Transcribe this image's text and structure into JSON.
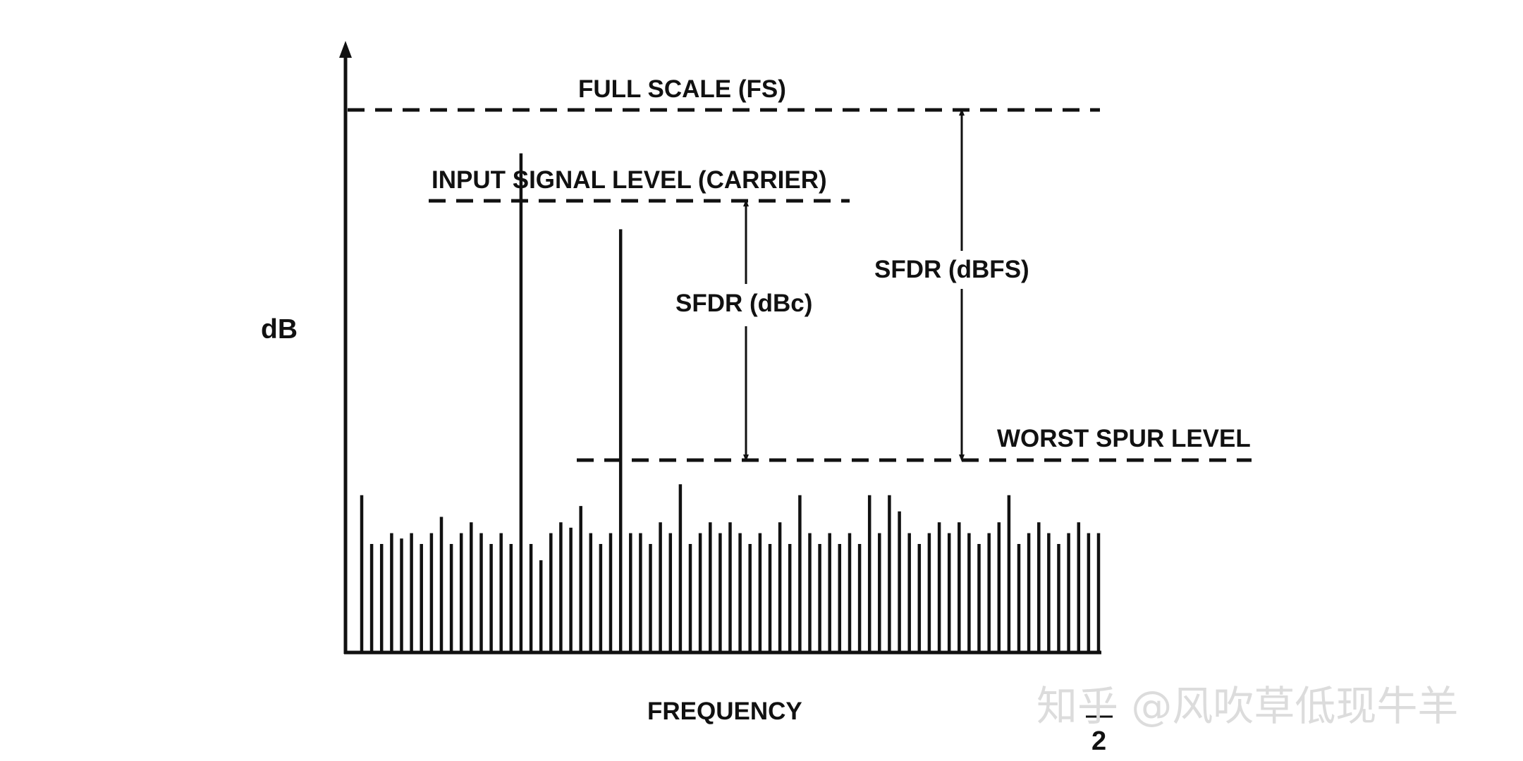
{
  "title": "",
  "labels": {
    "full_scale": "FULL SCALE (FS)",
    "input_signal": "INPUT SIGNAL LEVEL (CARRIER)",
    "sfdr_dbc": "SFDR (dBc)",
    "sfdr_dbfs": "SFDR (dBFS)",
    "worst_spur": "WORST SPUR LEVEL",
    "y_axis": "dB",
    "x_axis": "FREQUENCY",
    "fs_half_denominator": "2"
  },
  "watermark": "知乎 @风吹草低现牛羊",
  "colors": {
    "ink": "#111111",
    "background": "#ffffff",
    "watermark": "#dcdcdc"
  },
  "spectrum": {
    "noise_levels": [
      0.29,
      0.2,
      0.2,
      0.22,
      0.21,
      0.22,
      0.2,
      0.22,
      0.25,
      0.2,
      0.22,
      0.24,
      0.22,
      0.2,
      0.22,
      0.2,
      0.92,
      0.2,
      0.17,
      0.22,
      0.24,
      0.23,
      0.27,
      0.22,
      0.2,
      0.22,
      0.78,
      0.22,
      0.22,
      0.2,
      0.24,
      0.22,
      0.31,
      0.2,
      0.22,
      0.24,
      0.22,
      0.24,
      0.22,
      0.2,
      0.22,
      0.2,
      0.24,
      0.2,
      0.29,
      0.22,
      0.2,
      0.22,
      0.2,
      0.22,
      0.2,
      0.29,
      0.22,
      0.29,
      0.26,
      0.22,
      0.2,
      0.22,
      0.24,
      0.22,
      0.24,
      0.22,
      0.2,
      0.22,
      0.24,
      0.29,
      0.2,
      0.22,
      0.24,
      0.22,
      0.2,
      0.22,
      0.24,
      0.22,
      0.22
    ],
    "carrier_level": 0.92,
    "worst_spur_level": 0.78
  }
}
